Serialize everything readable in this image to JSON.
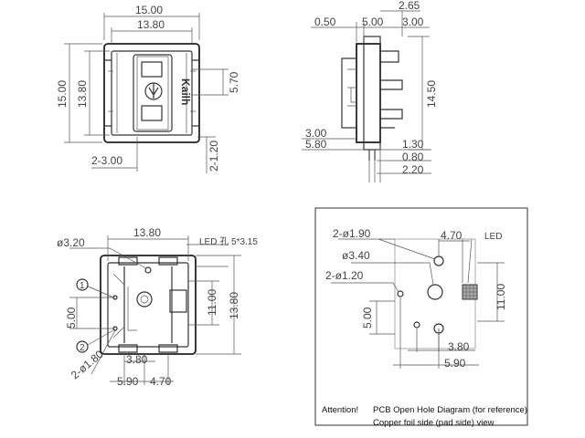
{
  "top_left": {
    "width_outer": "15.00",
    "width_inner": "13.80",
    "height_outer": "15.00",
    "height_inner": "13.80",
    "offset_right": "5.70",
    "bottom_left": "2-3.00",
    "bottom_right": "2-1.20",
    "brand": "Kailh"
  },
  "top_right": {
    "d_265": "2.65",
    "d_050": "0.50",
    "d_500": "5.00",
    "d_300_top": "3.00",
    "d_1450": "14.50",
    "d_300_bottom": "3.00",
    "d_580": "5.80",
    "d_130": "1.30",
    "d_080": "0.80",
    "d_220": "2.20"
  },
  "bottom_left": {
    "phi_320": "ø3.20",
    "width_inner": "13.80",
    "led_label": "LED 孔 5*3.15",
    "d_1100": "11.00",
    "d_1380": "13.80",
    "d_500": "5.00",
    "callout_1": "1",
    "callout_2": "2",
    "phi_180": "2-ø1.80",
    "d_380": "3.80",
    "d_590": "5.90",
    "d_470": "4.70"
  },
  "pcb": {
    "phi_190": "2-ø1.90",
    "d_470": "4.70",
    "led": "LED",
    "phi_340": "ø3.40",
    "phi_120": "2-ø1.20",
    "d_500": "5.00",
    "d_1100": "11.00",
    "d_380": "3.80",
    "d_590": "5.90",
    "attention": "Attention!",
    "title": "PCB Open Hole Diagram (for reference)",
    "subtitle": "Copper foil side (pad side) view"
  }
}
